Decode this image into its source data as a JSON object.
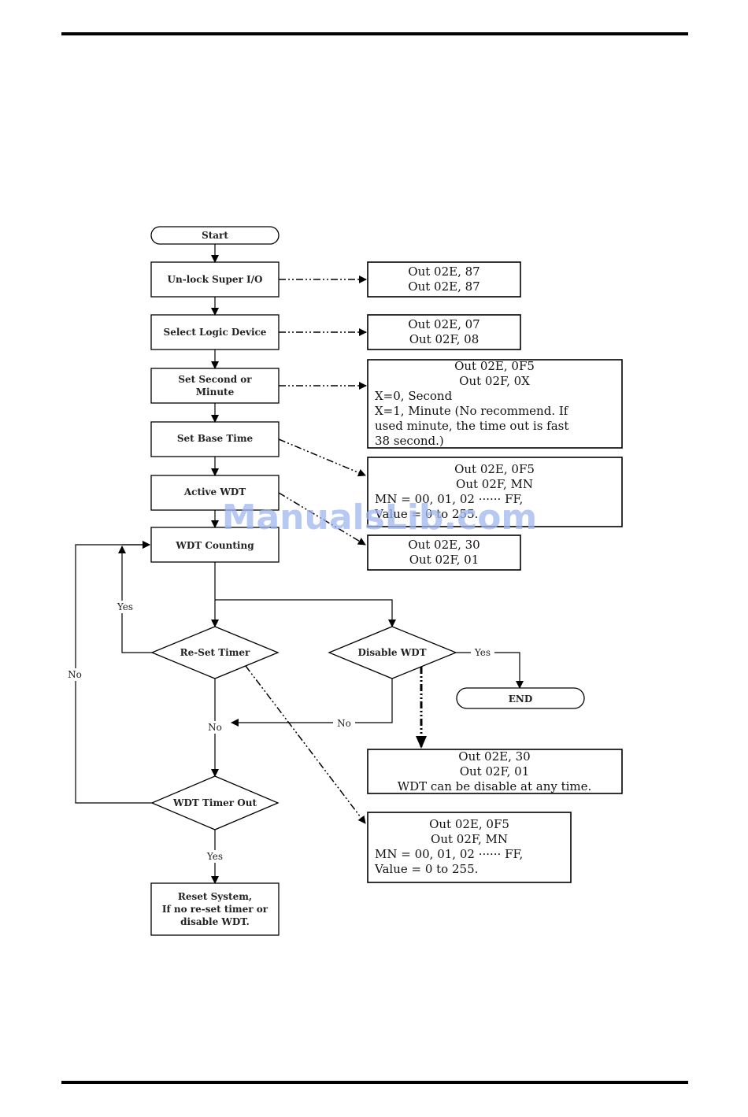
{
  "steps": {
    "start": "Start",
    "unlock": "Un-lock Super I/O",
    "select_ld": [
      "Select Logic Device"
    ],
    "set_unit": [
      "Set Second or",
      "Minute"
    ],
    "base_time": "Set Base Time",
    "active": "Active WDT",
    "counting": "WDT Counting",
    "reset_timer": "Re-Set Timer",
    "disable": "Disable WDT",
    "end": "END",
    "timer_out": "WDT Timer Out",
    "reset_system": [
      "Reset System,",
      "If no re-set timer or",
      "disable WDT."
    ]
  },
  "notes": {
    "unlock": [
      "Out 02E, 87",
      "Out 02E, 87"
    ],
    "select_ld": [
      "Out 02E, 07",
      "Out 02F, 08"
    ],
    "set_unit": [
      "Out 02E, 0F5",
      "Out 02F, 0X",
      "X=0, Second",
      "X=1, Minute (No recommend. If",
      "used minute, the time out is fast",
      "38 second.)"
    ],
    "base_time": [
      "Out 02E, 0F5",
      "Out 02F, MN",
      "MN = 00, 01, 02 ······ FF,",
      "Value = 0 to 255."
    ],
    "active": [
      "Out 02E, 30",
      "Out 02F, 01"
    ],
    "disable": [
      "Out 02E, 30",
      "Out 02F, 01",
      "WDT can be disable at any time."
    ],
    "reset": [
      "Out 02E, 0F5",
      "Out 02F, MN",
      "MN = 00, 01, 02 ······ FF,",
      "Value = 0 to 255."
    ]
  },
  "labels": {
    "yes_loop": "Yes",
    "no_outer": "No",
    "yes_disable": "Yes",
    "no_disable": "No",
    "no_merge": "No",
    "yes_timeout": "Yes"
  },
  "watermark": "ManualsLib.com"
}
